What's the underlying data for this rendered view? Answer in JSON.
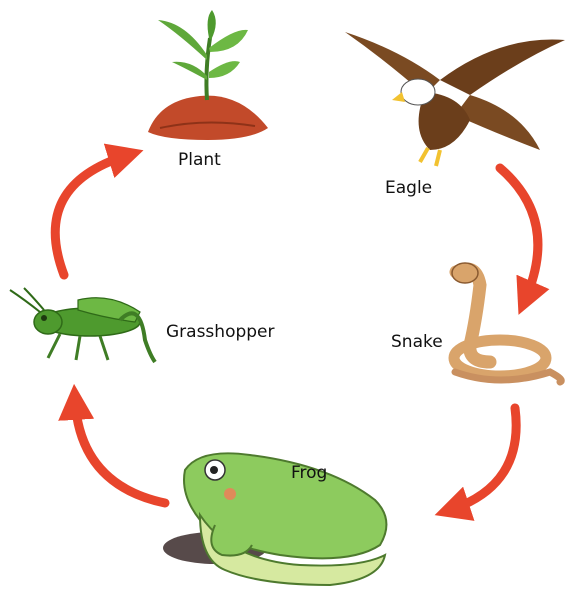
{
  "colors": {
    "arrow": "#E8452C",
    "soil": "#C24A2A",
    "leaf": "#5FA83A",
    "eagle_body": "#7A4A22",
    "eagle_head": "#FFFFFF",
    "beak": "#F2C230",
    "snake": "#D9A46B",
    "frog": "#8DCB5E",
    "frog_belly": "#D6E9A0",
    "grasshopper": "#4E9A2E"
  },
  "cycle": {
    "nodes": [
      {
        "id": "plant",
        "label": "Plant",
        "icon": "plant-icon"
      },
      {
        "id": "eagle",
        "label": "Eagle",
        "icon": "eagle-icon"
      },
      {
        "id": "snake",
        "label": "Snake",
        "icon": "snake-icon"
      },
      {
        "id": "frog",
        "label": "Frog",
        "icon": "frog-icon"
      },
      {
        "id": "grasshopper",
        "label": "Grasshopper",
        "icon": "grasshopper-icon"
      }
    ],
    "arrows": [
      {
        "from": "eagle",
        "to": "snake"
      },
      {
        "from": "snake",
        "to": "frog"
      },
      {
        "from": "frog",
        "to": "grasshopper"
      },
      {
        "from": "grasshopper",
        "to": "plant"
      }
    ]
  }
}
